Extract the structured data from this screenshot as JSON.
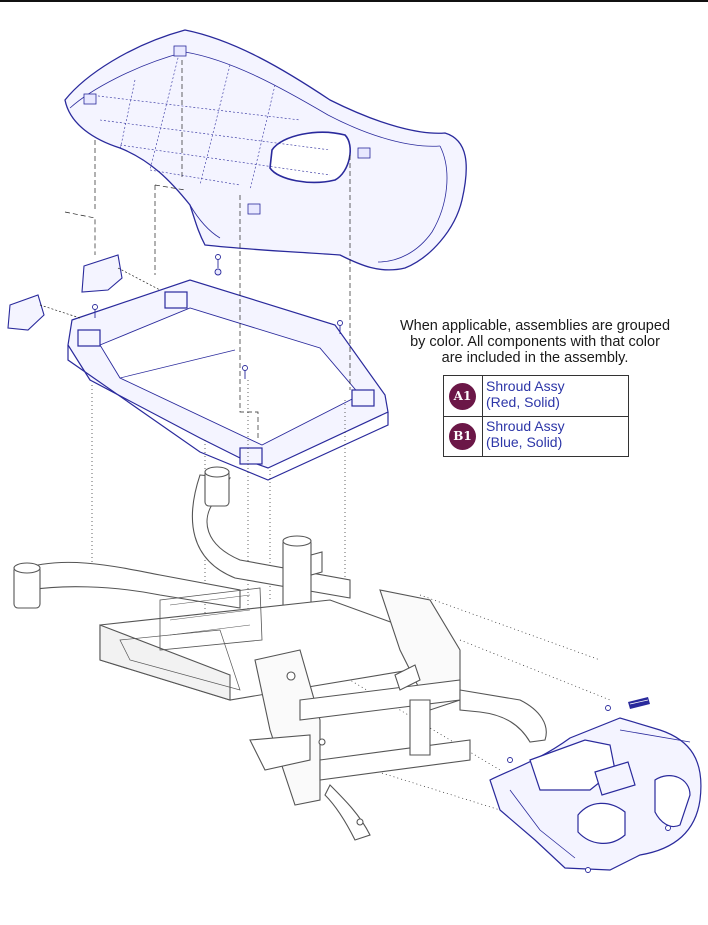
{
  "note": {
    "line1": "When applicable, assemblies are grouped",
    "line2": "by color. All components with that color",
    "line3": "are included in the assembly."
  },
  "legend": [
    {
      "code": "A1",
      "label_line1": "Shroud Assy",
      "label_line2": "(Red, Solid)",
      "badge_color": "#6b1747"
    },
    {
      "code": "B1",
      "label_line1": "Shroud Assy",
      "label_line2": "(Blue, Solid)",
      "badge_color": "#6b1747"
    }
  ],
  "colors": {
    "part_outline": "#2a2a9c",
    "frame_outline": "#555555",
    "legend_text": "#2d36a8"
  }
}
